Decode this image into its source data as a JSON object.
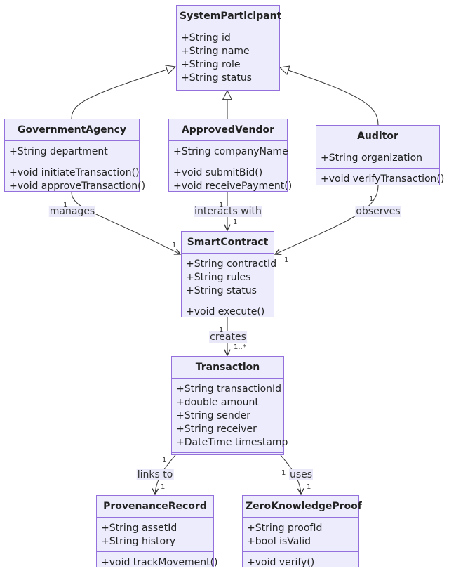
{
  "classes": {
    "system_participant": {
      "name": "SystemParticipant",
      "attributes": [
        "+String id",
        "+String name",
        "+String role",
        "+String status"
      ],
      "methods": []
    },
    "government_agency": {
      "name": "GovernmentAgency",
      "attributes": [
        "+String department"
      ],
      "methods": [
        "+void initiateTransaction()",
        "+void approveTransaction()"
      ]
    },
    "approved_vendor": {
      "name": "ApprovedVendor",
      "attributes": [
        "+String companyName"
      ],
      "methods": [
        "+void submitBid()",
        "+void receivePayment()"
      ]
    },
    "auditor": {
      "name": "Auditor",
      "attributes": [
        "+String organization"
      ],
      "methods": [
        "+void verifyTransaction()"
      ]
    },
    "smart_contract": {
      "name": "SmartContract",
      "attributes": [
        "+String contractId",
        "+String rules",
        "+String status"
      ],
      "methods": [
        "+void execute()"
      ]
    },
    "transaction": {
      "name": "Transaction",
      "attributes": [
        "+String transactionId",
        "+double amount",
        "+String sender",
        "+String receiver",
        "+DateTime timestamp"
      ],
      "methods": []
    },
    "provenance_record": {
      "name": "ProvenanceRecord",
      "attributes": [
        "+String assetId",
        "+String history"
      ],
      "methods": [
        "+void trackMovement()"
      ]
    },
    "zero_knowledge_proof": {
      "name": "ZeroKnowledgeProof",
      "attributes": [
        "+String proofId",
        "+bool isValid"
      ],
      "methods": [
        "+void verify()"
      ]
    }
  },
  "relations": {
    "manages": {
      "label": "manages",
      "from_card": "1",
      "to_card": "1"
    },
    "interacts_with": {
      "label": "interacts with",
      "from_card": "1",
      "to_card": "1"
    },
    "observes": {
      "label": "observes",
      "from_card": "1",
      "to_card": "1"
    },
    "creates": {
      "label": "creates",
      "from_card": "1",
      "to_card": "1..*"
    },
    "links_to": {
      "label": "links to",
      "from_card": "1",
      "to_card": "1"
    },
    "uses": {
      "label": "uses",
      "from_card": "1",
      "to_card": "1"
    }
  },
  "colors": {
    "box_fill": "#ececfd",
    "box_border": "#9370db",
    "edge": "#333333",
    "label_bg": "#e8e8f8"
  }
}
